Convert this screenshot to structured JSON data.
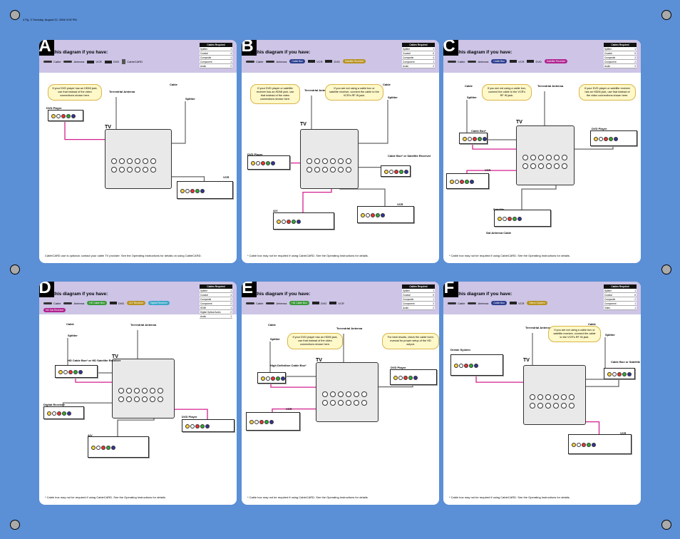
{
  "header_note": "4 Pg. 3 Tuesday, August 22, 2006 3:09 PM",
  "use_title": "Use this diagram if you have:",
  "icons": {
    "cable": "Cable",
    "antenna": "Antenna",
    "vcr": "VCR",
    "dvd": "DVD",
    "dvd_sub": "Player",
    "cablecard": "CableCARD",
    "cablecard_sub": "(optional)"
  },
  "pills": {
    "cable_box": "Cable Box",
    "or": "or",
    "satellite": "Satellite Receiver",
    "hd_cable": "HD Cable Box",
    "hd_sat": "HD Sat Receiver",
    "av_receiver": "A/V Receiver",
    "digital_receiver": "Digital Receiver",
    "stereo": "Stereo System"
  },
  "panels": [
    {
      "letter": "A",
      "cables_title": "Cables Required",
      "cables": [
        [
          "Splitter",
          "1"
        ],
        [
          "Coaxial",
          "4"
        ],
        [
          "Composite",
          "1"
        ],
        [
          "Component",
          "1"
        ],
        [
          "Audio",
          "2"
        ]
      ],
      "notes": [
        "If your DVD player has an HDMI jack, use that instead of the video connections shown here."
      ],
      "labels": {
        "tv": "TV",
        "terr": "Terrestrial Antenna",
        "cable": "Cable",
        "splitter": "Splitter",
        "dvd": "DVD Player",
        "vcr": "VCR"
      },
      "footer": "CableCARD use is optional; contact your cable TV provider. See the Operating Instructions for details on using CableCARD."
    },
    {
      "letter": "B",
      "cables_title": "Cables Required",
      "cables": [
        [
          "Splitter",
          "1"
        ],
        [
          "Coaxial",
          "5"
        ],
        [
          "Composite",
          "4"
        ],
        [
          "Component",
          "1"
        ],
        [
          "Audio",
          "2"
        ]
      ],
      "notes": [
        "If your DVD player or satellite receiver has an HDMI jack, use that instead of the video connections shown here.",
        "If you are not using a cable box or satellite receiver, connect the cable to the VCR's RF IN jack."
      ],
      "labels": {
        "tv": "TV",
        "terr": "Terrestrial Antenna",
        "cable": "Cable",
        "splitter": "Splitter",
        "dvd": "DVD Player",
        "cable_box": "Cable Box* or Satellite Receiver",
        "av": "A/V",
        "vcr": "VCR"
      },
      "footer": "* Cable box may not be required if using CableCARD. See the Operating Instructions for details."
    },
    {
      "letter": "C",
      "cables_title": "Cables Required",
      "cables": [
        [
          "Splitter",
          "1"
        ],
        [
          "Coaxial",
          "5"
        ],
        [
          "Composite",
          "3"
        ],
        [
          "Component",
          "2"
        ],
        [
          "Audio",
          "2"
        ]
      ],
      "notes": [
        "If you are not using a cable box, connect the cable to the VCR's RF IN jack.",
        "If your DVD player or satellite receiver has an HDMI jack, use that instead of the video connections shown here."
      ],
      "labels": {
        "tv": "TV",
        "terr": "Terrestrial Antenna",
        "cable": "Cable",
        "splitter": "Splitter",
        "cable_box": "Cable Box*",
        "dvd": "DVD Player",
        "vcr": "VCR",
        "satellite": "Satellite",
        "sat_ant": "Sat Antenna Cable"
      },
      "footer": "* Cable box may not be required if using CableCARD. See the Operating Instructions for details."
    },
    {
      "letter": "D",
      "cables_title": "Cables Required",
      "cables": [
        [
          "Splitter",
          "1"
        ],
        [
          "Coaxial",
          "4"
        ],
        [
          "Composite",
          "2"
        ],
        [
          "Component",
          "2"
        ],
        [
          "HDMI",
          "1"
        ],
        [
          "Digital Optical Audio",
          "2"
        ],
        [
          "Audio",
          "1"
        ]
      ],
      "notes": [],
      "labels": {
        "tv": "TV",
        "terr": "Terrestrial Antenna",
        "cable": "Cable",
        "splitter": "Splitter",
        "hd_box": "HD Cable Box* or HD Satellite Receiver",
        "digital": "Digital Receiver",
        "dvd": "DVD Player",
        "av": "A/V"
      },
      "footer": "* Cable box may not be required if using CableCARD. See the Operating Instructions for details."
    },
    {
      "letter": "E",
      "cables_title": "Cables Required",
      "cables": [
        [
          "Splitter",
          "1"
        ],
        [
          "Coaxial",
          "5"
        ],
        [
          "Composite",
          "1"
        ],
        [
          "Component",
          "2"
        ],
        [
          "Audio",
          "2"
        ]
      ],
      "notes": [
        "If your DVD player has an HDMI jack, use that instead of the video connections shown here.",
        "For best results, check the cable box's manual for proper setup of the HD output."
      ],
      "labels": {
        "tv": "TV",
        "terr": "Terrestrial Antenna",
        "cable": "Cable",
        "splitter": "Splitter",
        "hd_box": "High Definition Cable Box*",
        "dvd": "DVD Player",
        "vcr": "VCR"
      },
      "footer": "* Cable box may not be required if using CableCARD. See the Operating Instructions for details."
    },
    {
      "letter": "F",
      "cables_title": "Cables Required",
      "cables": [
        [
          "Splitter",
          "1"
        ],
        [
          "Coaxial",
          "6"
        ],
        [
          "Composite",
          "2"
        ],
        [
          "Component",
          "1"
        ],
        [
          "Video",
          "1"
        ]
      ],
      "notes": [
        "If you are not using a cable box or satellite receiver, connect the cable to the VCR's RF IN jack."
      ],
      "labels": {
        "tv": "TV",
        "terr": "Terrestrial Antenna",
        "cable": "Cable",
        "splitter": "Splitter",
        "stereo": "Dream System",
        "cable_box": "Cable Box or Satellite Receiver",
        "vcr": "VCR"
      },
      "footer": "* Cable box may not be required if using CableCARD. See the Operating Instructions for details."
    }
  ],
  "colors": {
    "background": "#5b8fd6",
    "header": "#cdc4e6",
    "wire_pink": "#d4208f",
    "wire_gray": "#666666",
    "note_bg": "#fff8c8"
  }
}
